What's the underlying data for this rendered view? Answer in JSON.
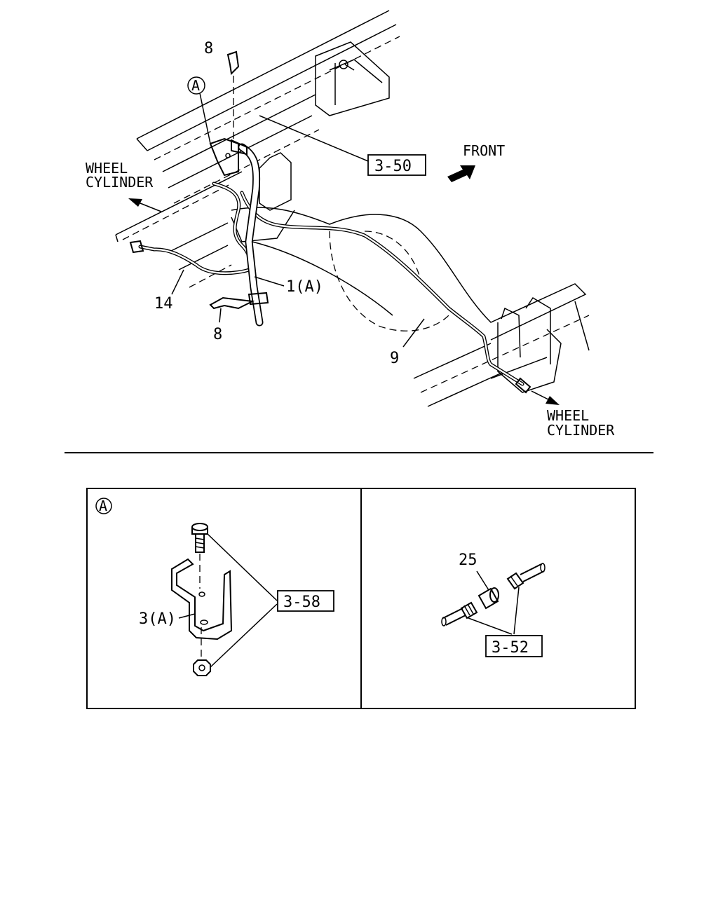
{
  "labels": {
    "part_8_top": "8",
    "ref_a_main": "A",
    "ref_3_50": "3-50",
    "front": "FRONT",
    "wheel_cyl_left_1": "WHEEL",
    "wheel_cyl_left_2": "CYLINDER",
    "part_1a": "1(A)",
    "part_14": "14",
    "part_8_bottom": "8",
    "part_9": "9",
    "wheel_cyl_right_1": "WHEEL",
    "wheel_cyl_right_2": "CYLINDER"
  },
  "detail_a": {
    "ref": "A",
    "part_3a": "3(A)",
    "ref_3_58": "3-58"
  },
  "detail_b": {
    "part_25": "25",
    "ref_3_52": "3-52"
  }
}
